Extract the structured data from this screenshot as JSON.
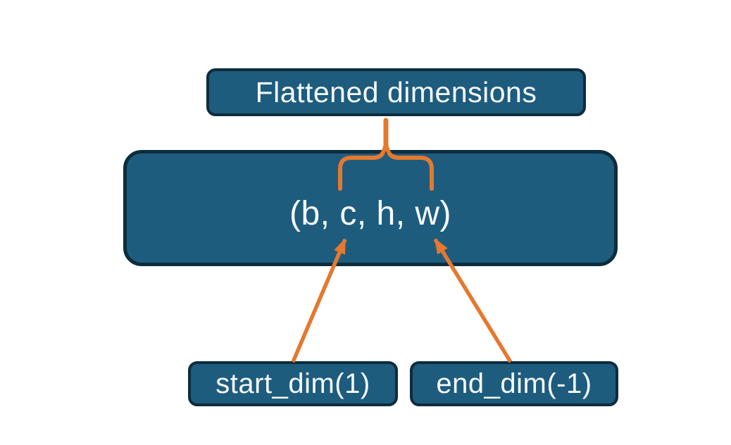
{
  "diagram": {
    "title_node": {
      "label": "Flattened dimensions"
    },
    "tensor_node": {
      "label": "(b, c, h, w)"
    },
    "start_node": {
      "label": "start_dim(1)"
    },
    "end_node": {
      "label": "end_dim(-1)"
    }
  },
  "colors": {
    "node_fill": "#1E5C7E",
    "node_border": "#0D2D3D",
    "connector": "#E4792F",
    "text": "#F7FAFB",
    "background": "#FFFFFF"
  }
}
